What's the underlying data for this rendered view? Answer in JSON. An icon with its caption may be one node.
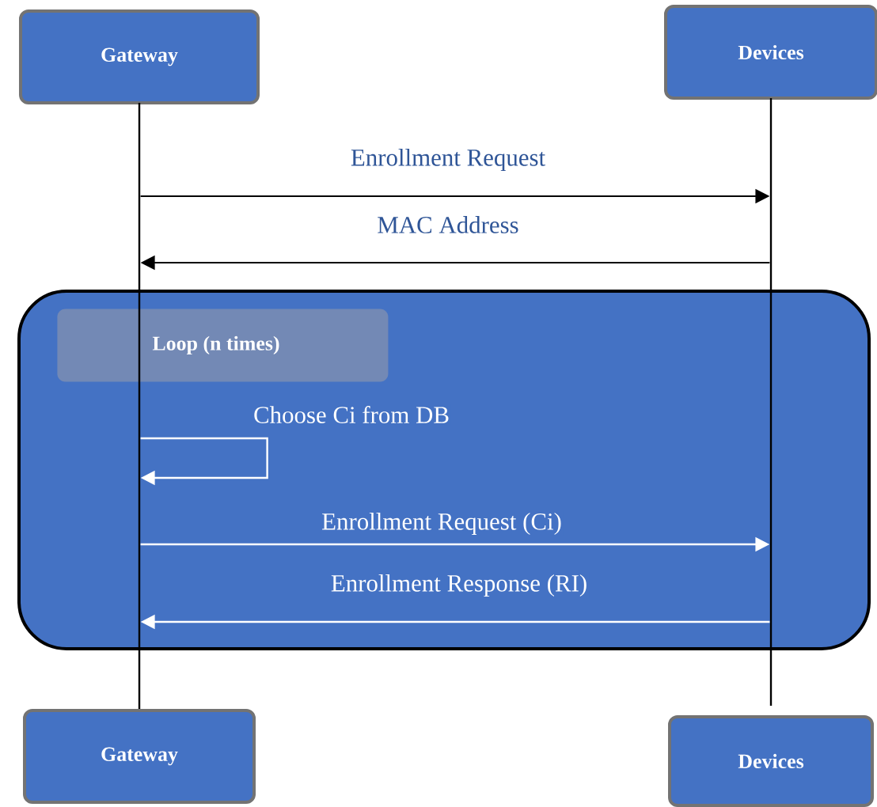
{
  "diagram": {
    "nodes": [
      {
        "text": [
          "Gateway"
        ]
      },
      {
        "text": [
          "Devices"
        ]
      },
      {
        "text": [],
        "shape": "line"
      },
      {
        "text": [],
        "shape": "line"
      },
      {
        "text": [
          "Loop (n times)"
        ]
      },
      {
        "text": [
          "Gateway"
        ]
      },
      {
        "text": [
          "Devices"
        ]
      }
    ],
    "edges": [
      {
        "from": 2,
        "to": 3,
        "arrow": "to",
        "label": "Enrollment Request",
        "color": "#000000"
      },
      {
        "from": 3,
        "to": 2,
        "arrow": "to",
        "label": "MAC Address",
        "color": "#000000"
      },
      {
        "from": 2,
        "to": 2,
        "arrow": "to",
        "label": "Choose Ci from DB"
      },
      {
        "from": 2,
        "to": 3,
        "arrow": "to",
        "label": "Enrollment Request (Ci)"
      },
      {
        "from": 3,
        "to": 2,
        "arrow": "to",
        "label": "Enrollment Response (RI)"
      }
    ]
  }
}
